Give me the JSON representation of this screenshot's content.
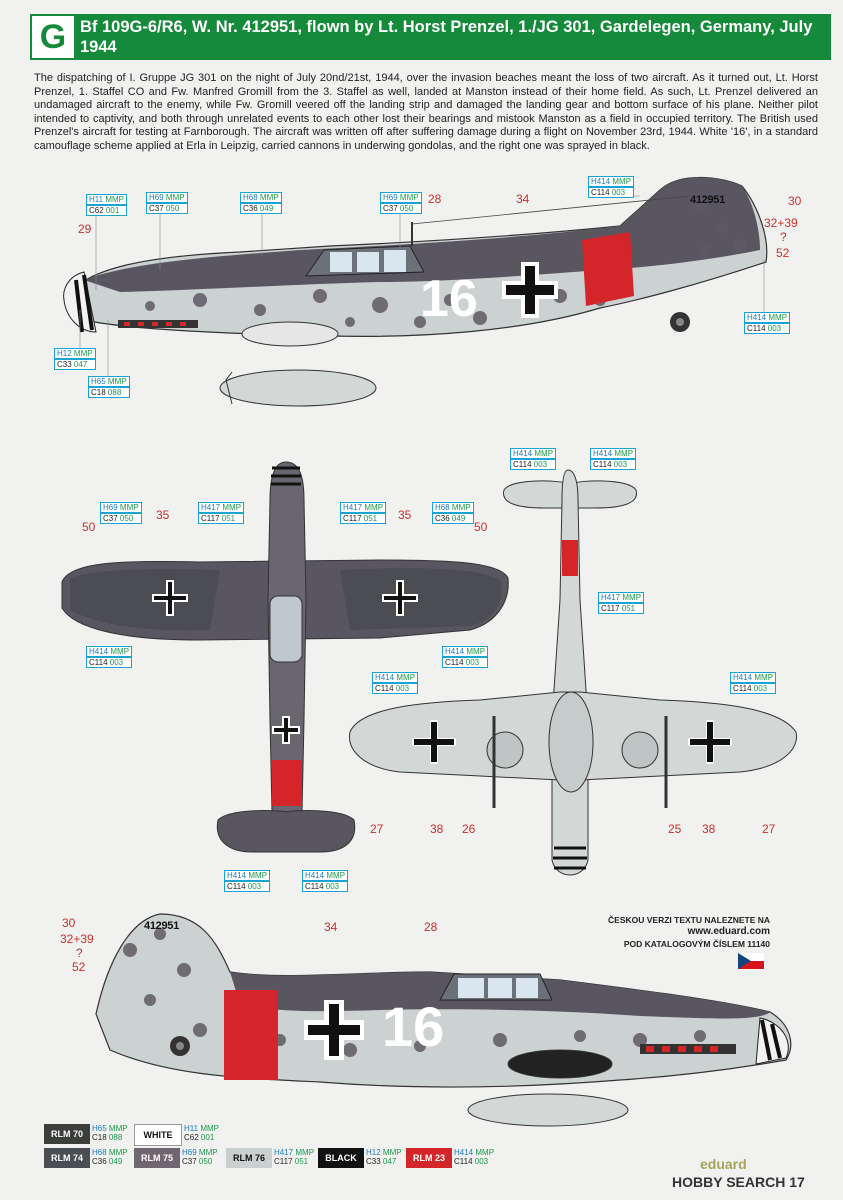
{
  "header": {
    "badge": "G",
    "title": "Bf 109G-6/R6, W. Nr. 412951, flown by Lt. Horst Prenzel, 1./JG 301, Gardelegen, Germany, July 1944"
  },
  "intro": "The dispatching of I. Gruppe JG 301 on the night of July 20nd/21st, 1944, over the invasion beaches meant the loss of two aircraft. As it turned out, Lt. Horst Prenzel, 1. Staffel CO and Fw. Manfred Gromill from the 3. Staffel as well, landed at Manston instead of their home field. As such, Lt. Prenzel delivered an undamaged aircraft to the enemy, while Fw. Gromill veered off the landing strip and damaged the landing gear and bottom surface of his plane. Neither pilot intended to captivity, and both through unrelated events to each other lost their bearings and mistook Manston as a field in occupied territory. The British used Prenzel's aircraft for testing at Farnborough. The aircraft was written off after suffering damage during a flight on November 23rd, 1944. White '16', in a standard camouflage scheme applied at Erla in Leipzig, carried cannons in underwing gondolas, and the right one was sprayed in black.",
  "registration": "412951",
  "fuselage_number": "16",
  "callouts": [
    {
      "id": "h11",
      "h": "H11",
      "c": "C62",
      "cn": "001",
      "mmp": "MMP"
    },
    {
      "id": "h69a",
      "h": "H69",
      "c": "C37",
      "cn": "050",
      "mmp": "MMP"
    },
    {
      "id": "h68a",
      "h": "H68",
      "c": "C36",
      "cn": "049",
      "mmp": "MMP"
    },
    {
      "id": "h69b",
      "h": "H69",
      "c": "C37",
      "cn": "050",
      "mmp": "MMP"
    },
    {
      "id": "h414a",
      "h": "H414",
      "c": "C114",
      "cn": "003",
      "mmp": "MMP"
    },
    {
      "id": "h414b",
      "h": "H414",
      "c": "C114",
      "cn": "003",
      "mmp": "MMP"
    },
    {
      "id": "h12",
      "h": "H12",
      "c": "C33",
      "cn": "047",
      "mmp": "MMP"
    },
    {
      "id": "h65",
      "h": "H65",
      "c": "C18",
      "cn": "088",
      "mmp": "MMP"
    },
    {
      "id": "t_h69",
      "h": "H69",
      "c": "C37",
      "cn": "050",
      "mmp": "MMP"
    },
    {
      "id": "t_h417a",
      "h": "H417",
      "c": "C117",
      "cn": "051",
      "mmp": "MMP"
    },
    {
      "id": "t_h417b",
      "h": "H417",
      "c": "C117",
      "cn": "051",
      "mmp": "MMP"
    },
    {
      "id": "t_h68",
      "h": "H68",
      "c": "C36",
      "cn": "049",
      "mmp": "MMP"
    },
    {
      "id": "t_h414a",
      "h": "H414",
      "c": "C114",
      "cn": "003",
      "mmp": "MMP"
    },
    {
      "id": "t_h414b",
      "h": "H414",
      "c": "C114",
      "cn": "003",
      "mmp": "MMP"
    },
    {
      "id": "t_h414c",
      "h": "H414",
      "c": "C114",
      "cn": "003",
      "mmp": "MMP"
    },
    {
      "id": "t_h414d",
      "h": "H414",
      "c": "C114",
      "cn": "003",
      "mmp": "MMP"
    },
    {
      "id": "b_h414a",
      "h": "H414",
      "c": "C114",
      "cn": "003",
      "mmp": "MMP"
    },
    {
      "id": "b_h414b",
      "h": "H414",
      "c": "C114",
      "cn": "003",
      "mmp": "MMP"
    },
    {
      "id": "b_h417",
      "h": "H417",
      "c": "C117",
      "cn": "051",
      "mmp": "MMP"
    },
    {
      "id": "b_h414c",
      "h": "H414",
      "c": "C114",
      "cn": "003",
      "mmp": "MMP"
    },
    {
      "id": "b_h414d",
      "h": "H414",
      "c": "C114",
      "cn": "003",
      "mmp": "MMP"
    }
  ],
  "numbers": {
    "n28a": "28",
    "n34a": "34",
    "n30a": "30",
    "n3239a": "32+39",
    "nqa": "?",
    "n52a": "52",
    "n29": "29",
    "n50a": "50",
    "n35a": "35",
    "n35b": "35",
    "n50b": "50",
    "n27a": "27",
    "n38a": "38",
    "n26": "26",
    "n25": "25",
    "n38b": "38",
    "n27b": "27",
    "n30b": "30",
    "n3239b": "32+39",
    "nqb": "?",
    "n52b": "52",
    "n34b": "34",
    "n28b": "28"
  },
  "czech_note": {
    "line1": "ČESKOU VERZI TEXTU NALEZNETE NA",
    "url": "www.eduard.com",
    "line3": "POD KATALOGOVÝM ČÍSLEM 11140"
  },
  "legend": [
    {
      "label": "RLM 70",
      "bg": "#3b3e3b",
      "fg": "#ffffff",
      "h": "H65",
      "c": "C18",
      "cn": "088"
    },
    {
      "label": "WHITE",
      "bg": "#ffffff",
      "fg": "#111111",
      "h": "H11",
      "c": "C62",
      "cn": "001"
    },
    {
      "label": "RLM 74",
      "bg": "#4a4d52",
      "fg": "#ffffff",
      "h": "H68",
      "c": "C36",
      "cn": "049"
    },
    {
      "label": "RLM 75",
      "bg": "#6f6670",
      "fg": "#ffffff",
      "h": "H69",
      "c": "C37",
      "cn": "050"
    },
    {
      "label": "RLM 76",
      "bg": "#c9d0cf",
      "fg": "#111111",
      "h": "H417",
      "c": "C117",
      "cn": "051"
    },
    {
      "label": "BLACK",
      "bg": "#111111",
      "fg": "#ffffff",
      "h": "H12",
      "c": "C33",
      "cn": "047"
    },
    {
      "label": "RLM 23",
      "bg": "#d4252a",
      "fg": "#ffffff",
      "h": "H414",
      "c": "C114",
      "cn": "003"
    }
  ],
  "mmp_label": "MMP",
  "brand": "eduard",
  "watermark": "HOBBY SEARCH",
  "page_num": "17",
  "colors": {
    "header_green": "#148a3a",
    "rlm75": "#6f6670",
    "rlm74": "#4a4d52",
    "rlm76": "#c9d0cf",
    "rlm23": "#d4252a",
    "callout_blue": "#1aa4d6",
    "number_red": "#c8312b"
  }
}
